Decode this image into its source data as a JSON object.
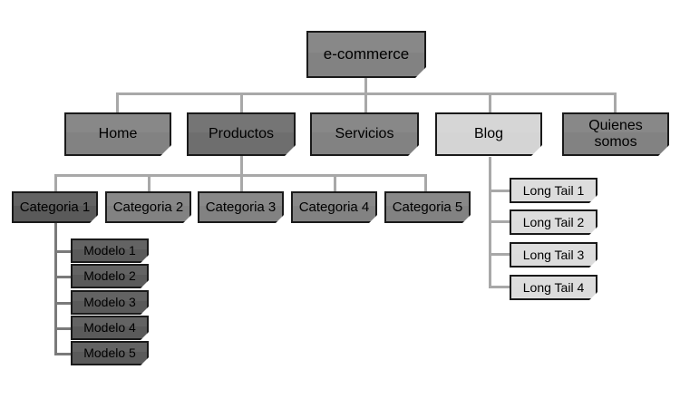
{
  "diagram": {
    "title": "e-commerce site structure sitemap",
    "type": "tree-hierarchy",
    "background": "#ffffff",
    "colors": {
      "mid_gray": "#828282",
      "dark_gray": "#6e6e6e",
      "darker_gray": "#5a5a5a",
      "light_gray": "#d4d4d4",
      "lighter_gray": "#dcdcdc",
      "border": "#1a1a1a",
      "connector": "#a8a8a8",
      "connector_dark": "#7a7a7a"
    },
    "root": {
      "label": "e-commerce"
    },
    "level1": [
      {
        "label": "Home"
      },
      {
        "label": "Productos"
      },
      {
        "label": "Servicios"
      },
      {
        "label": "Blog"
      },
      {
        "label": "Quienes somos"
      }
    ],
    "categories": [
      {
        "label": "Categoria 1"
      },
      {
        "label": "Categoria 2"
      },
      {
        "label": "Categoria 3"
      },
      {
        "label": "Categoria 4"
      },
      {
        "label": "Categoria 5"
      }
    ],
    "modelos": [
      {
        "label": "Modelo 1"
      },
      {
        "label": "Modelo 2"
      },
      {
        "label": "Modelo 3"
      },
      {
        "label": "Modelo 4"
      },
      {
        "label": "Modelo 5"
      }
    ],
    "long_tail": [
      {
        "label": "Long Tail 1"
      },
      {
        "label": "Long Tail 2"
      },
      {
        "label": "Long Tail 3"
      },
      {
        "label": "Long Tail 4"
      }
    ],
    "quienes_somos_lines": {
      "line1": "Quienes",
      "line2": "somos"
    }
  }
}
